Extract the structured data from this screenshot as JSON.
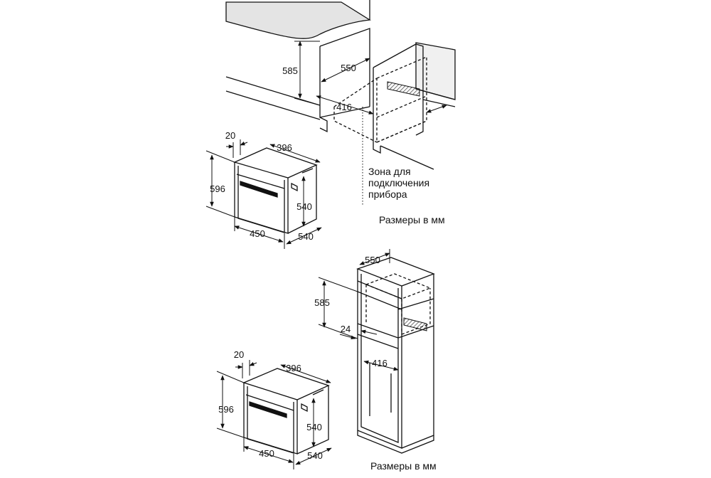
{
  "installation_undercounter": {
    "height": "585",
    "depth": "550",
    "width": "416",
    "zone_label_line1": "Зона для",
    "zone_label_line2": "подключения",
    "zone_label_line3": "прибора"
  },
  "oven_top": {
    "front_thickness": "20",
    "body_depth": "396",
    "total_height": "596",
    "body_height": "540",
    "body_width": "450",
    "total_depth": "540"
  },
  "units_note_top": "Размеры в мм",
  "installation_tall": {
    "depth": "550",
    "height": "585",
    "shelf": "24",
    "width": "416"
  },
  "oven_bottom": {
    "front_thickness": "20",
    "body_depth": "396",
    "total_height": "596",
    "body_height": "540",
    "body_width": "450",
    "total_depth": "540"
  },
  "units_note_bottom": "Размеры в мм",
  "colors": {
    "line": "#111111",
    "countertop": "#e4e4e4",
    "wall": "#f0f0f0",
    "hatch": "#555555"
  }
}
